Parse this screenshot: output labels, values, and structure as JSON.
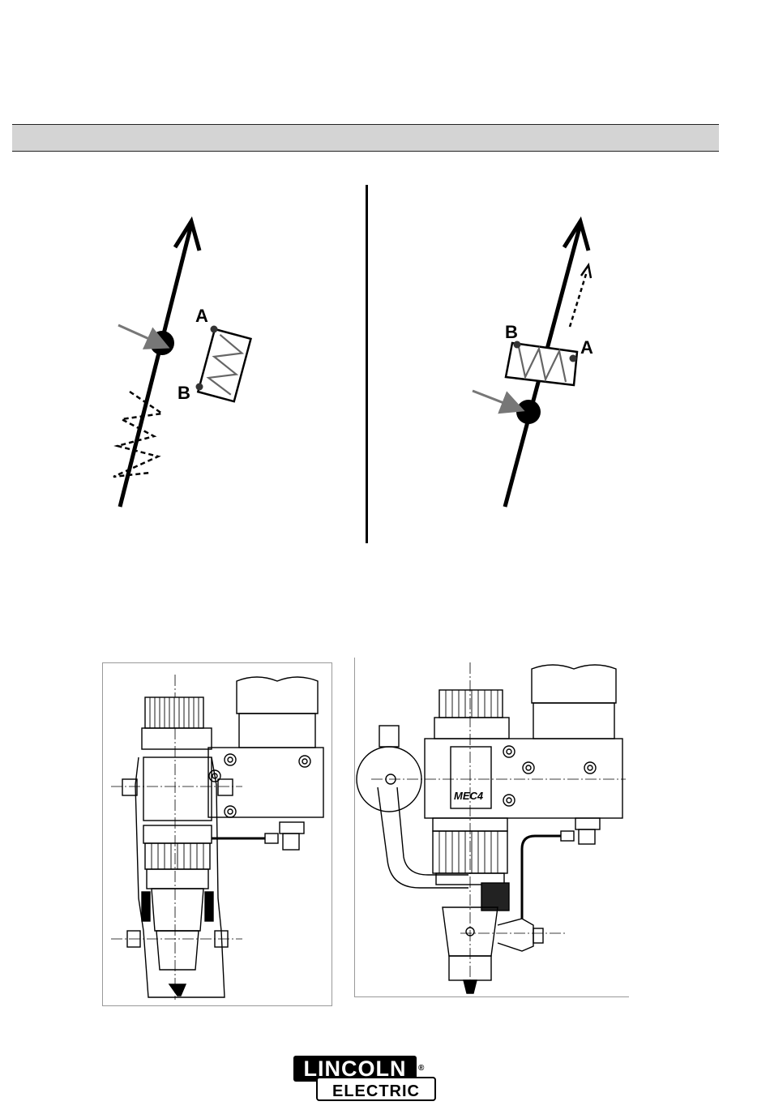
{
  "diagram": {
    "left": {
      "label_a": "A",
      "label_b": "B"
    },
    "right": {
      "label_a": "A",
      "label_b": "B"
    }
  },
  "figures": {
    "right": {
      "plate_label": "MEC4"
    }
  },
  "logo": {
    "line1": "LINCOLN",
    "line2": "ELECTRIC",
    "registered": "®"
  }
}
